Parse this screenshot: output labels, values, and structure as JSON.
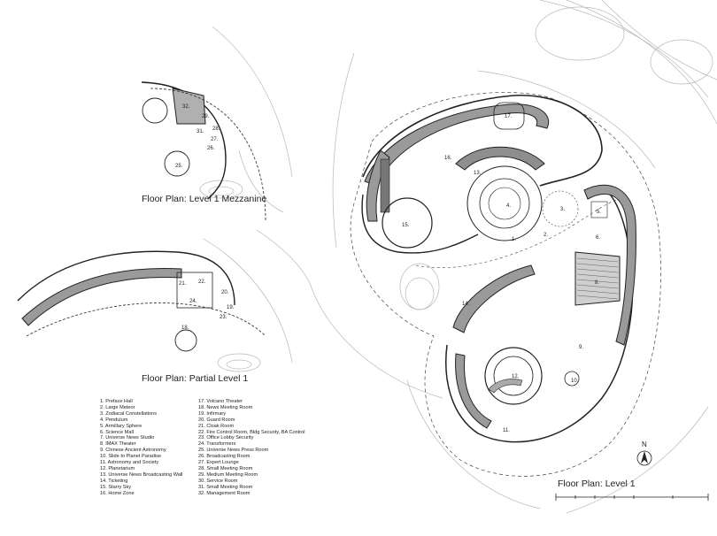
{
  "titles": {
    "mezzanine": "Floor Plan: Level 1 Mezzanine",
    "partial": "Floor Plan: Partial Level 1",
    "level1": "Floor Plan: Level 1"
  },
  "north_label": "N",
  "legend_col1": [
    "1. Preface Hall",
    "2. Large Meteor",
    "3. Zodiacal Constellations",
    "4. Pendulum",
    "5. Armillary Sphere",
    "6. Science Mall",
    "7. Universe News Studio",
    "8. IMAX Theater",
    "9. Chinese Ancient Astronomy",
    "10. Slide to Planet Paradise",
    "11. Astronomy and Society",
    "12. Planetarium",
    "13. Universe News Broadcasting Wall",
    "14. Ticketing",
    "15. Starry Sky",
    "16. Home Zone"
  ],
  "legend_col2": [
    "17. Volcano Theater",
    "18. News Meeting Room",
    "19. Infirmary",
    "20. Guard Room",
    "21. Cloak Room",
    "22. Fire Control Room, Bldg Security, BA Control",
    "23. Office Lobby Security",
    "24. Transformers",
    "25. Universe News Press Room",
    "26. Broadcasting Room",
    "27. Expert Lounge",
    "28. Small Meeting Room",
    "29. Medium Meeting Room",
    "30. Service Room",
    "31. Small Meeting Room",
    "32. Management Room"
  ],
  "room_labels": {
    "l1": [
      "1.",
      "2.",
      "3.",
      "4.",
      "5.",
      "6.",
      "8.",
      "9.",
      "10.",
      "11.",
      "12.",
      "13.",
      "14.",
      "15.",
      "16.",
      "17."
    ],
    "mezz": [
      "32.",
      "29.",
      "28.",
      "27.",
      "26.",
      "31.",
      "25."
    ],
    "partial": [
      "22.",
      "21.",
      "20.",
      "19.",
      "23.",
      "24.",
      "18."
    ]
  }
}
